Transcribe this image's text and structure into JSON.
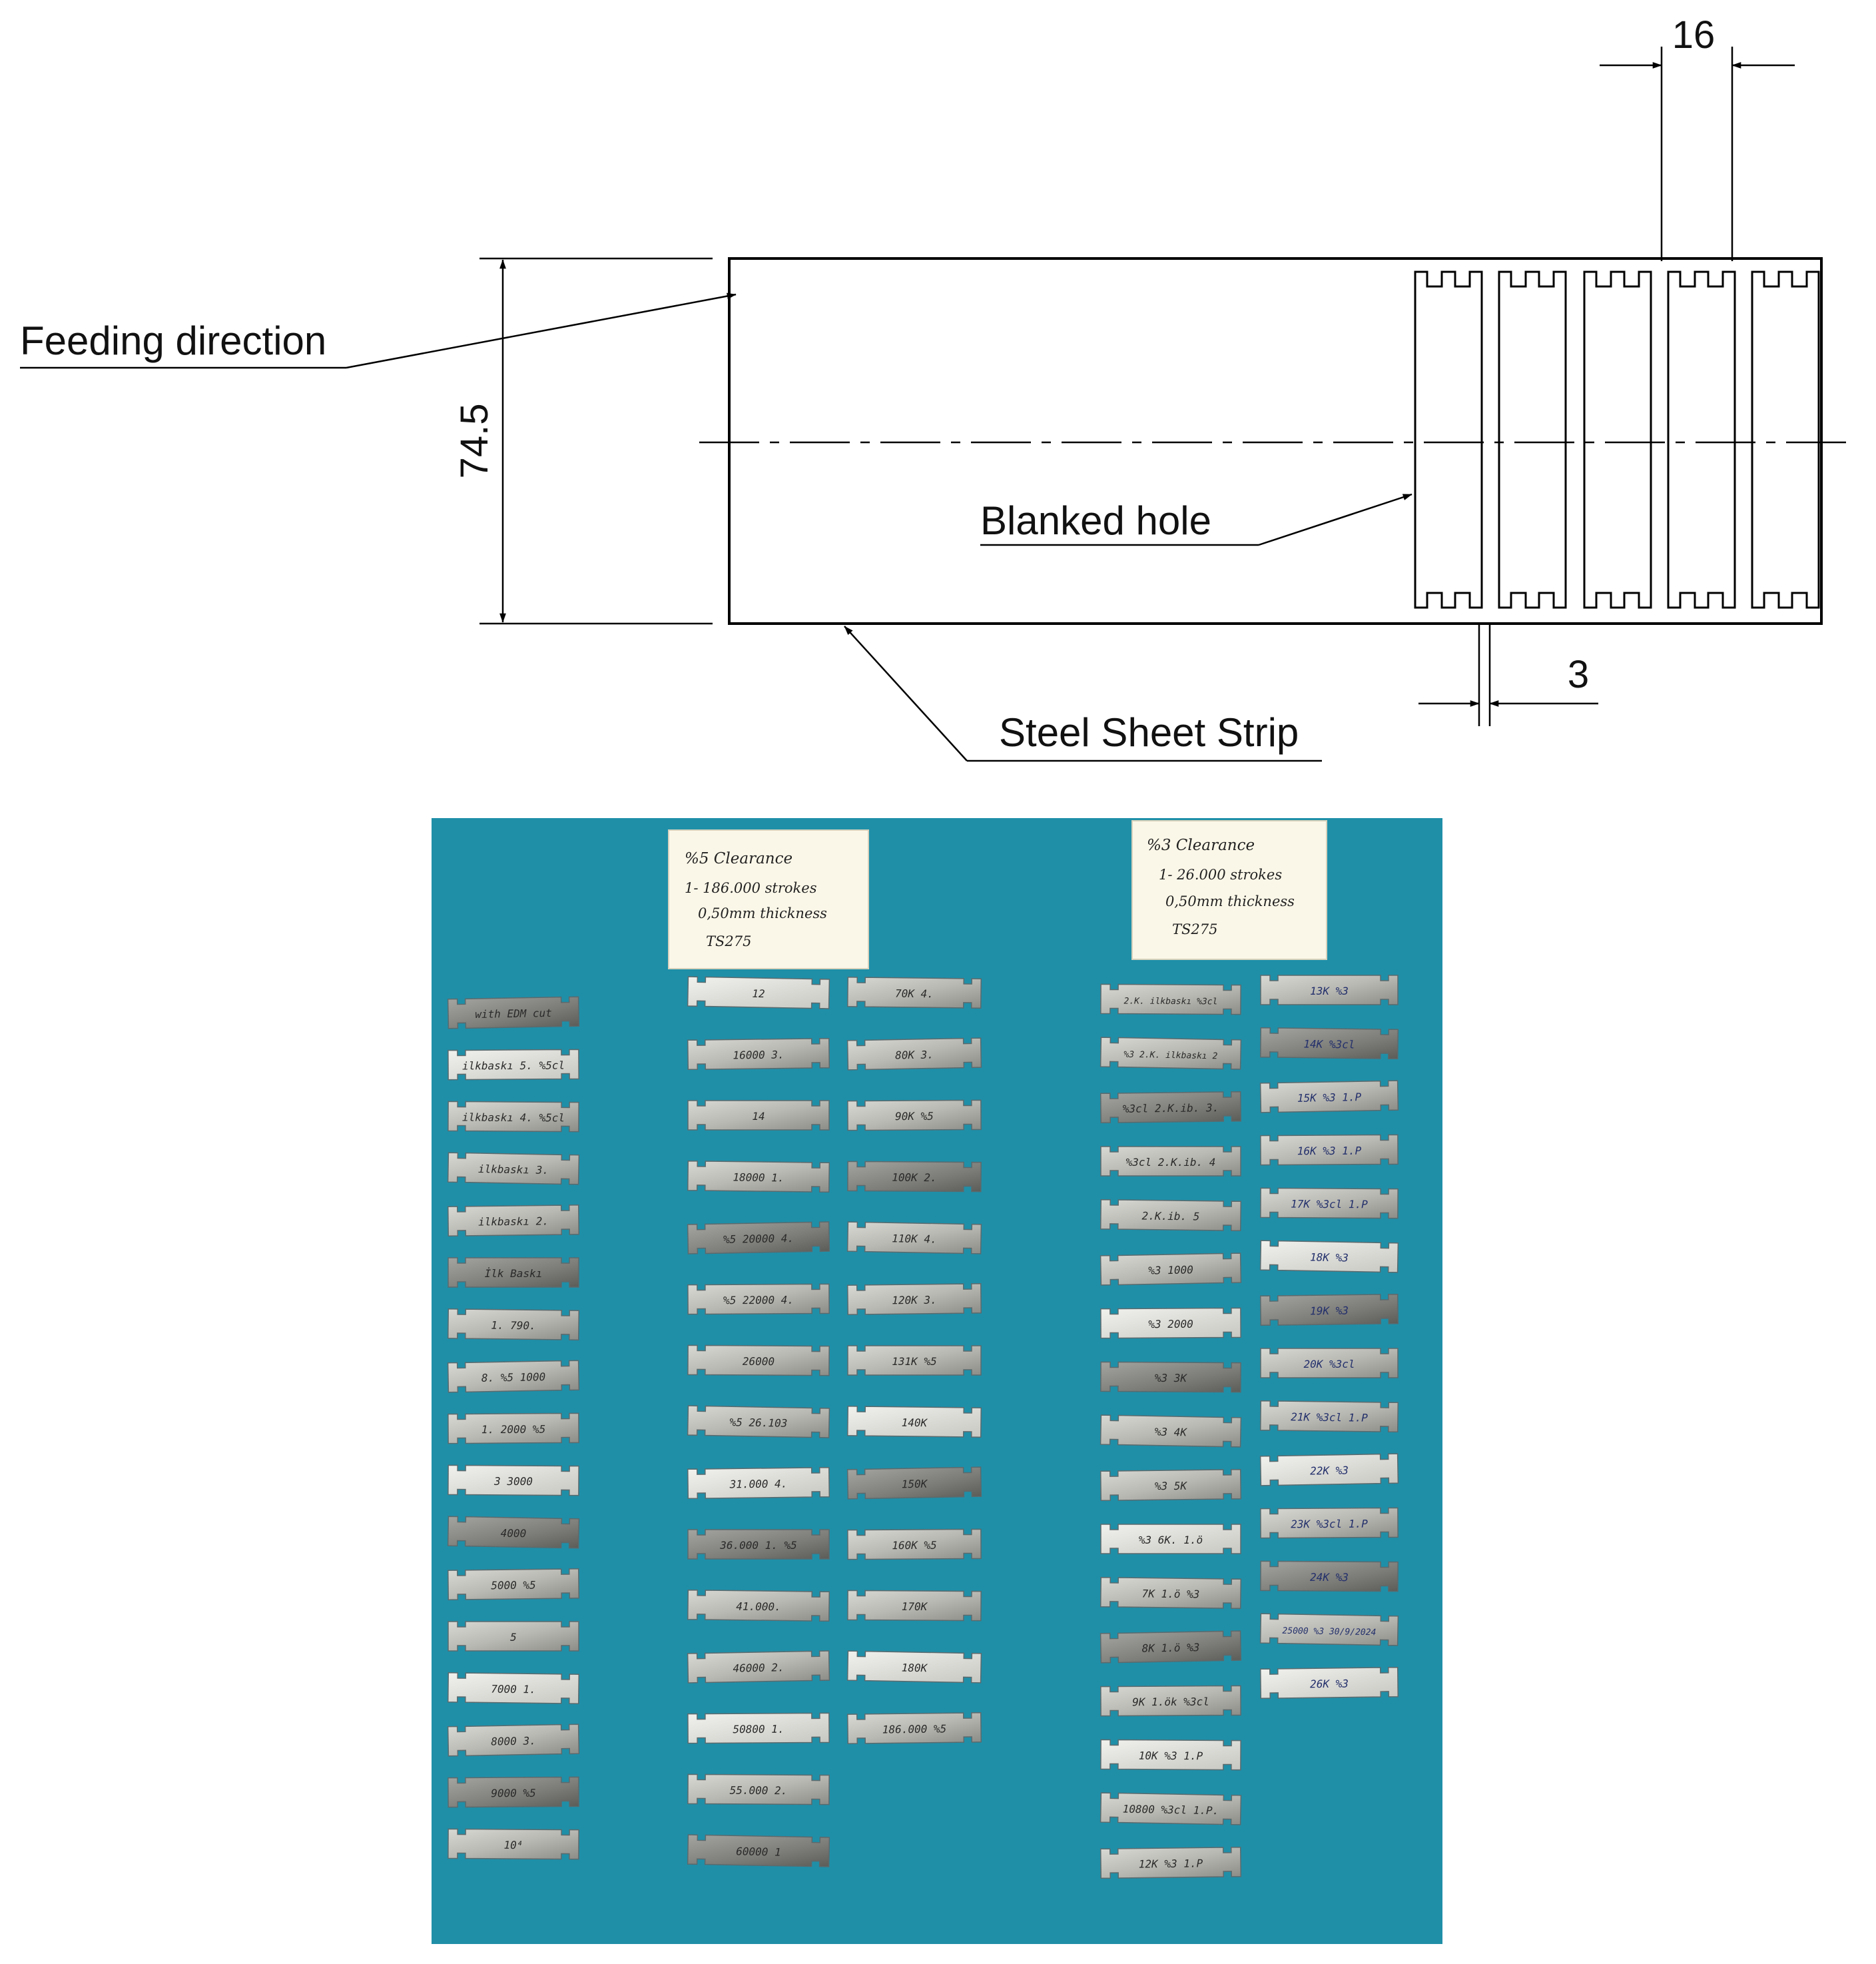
{
  "drawing": {
    "labels": {
      "feeding_direction": "Feeding direction",
      "blanked_hole": "Blanked hole",
      "steel_sheet_strip": "Steel Sheet Strip"
    },
    "dimensions": {
      "height": "74.5",
      "pitch": "16",
      "web": "3"
    }
  },
  "photo": {
    "background_color": "#1f8fa8",
    "note_left": {
      "lines": [
        "%5 Clearance",
        "1- 186.000 strokes",
        "0,50mm thickness",
        "TS275"
      ]
    },
    "note_right": {
      "lines": [
        "%3 Clearance",
        "1- 26.000 strokes",
        "0,50mm thickness",
        "TS275"
      ]
    },
    "columns": [
      {
        "chips": [
          "with EDM cut",
          "ilkbaskı 5. %5cl",
          "ilkbaskı 4. %5cl",
          "ilkbaskı 3.",
          "ilkbaskı 2.",
          "İlk Baskı",
          "1. 790.",
          "8. %5 1000",
          "1. 2000 %5",
          "3 3000",
          "4000",
          "5000 %5",
          "5",
          "7000 1.",
          "8000 3.",
          "9000 %5",
          "10⁴"
        ]
      },
      {
        "chips": [
          "12",
          "16000 3.",
          "14",
          "18000 1.",
          "%5 20000 4.",
          "%5 22000 4.",
          "26000",
          "%5 26.103",
          "31.000 4.",
          "36.000 1. %5",
          "41.000.",
          "46000 2.",
          "50800 1.",
          "55.000 2.",
          "60000 1"
        ]
      },
      {
        "chips": [
          "70K 4.",
          "80K 3.",
          "90K %5",
          "100K 2.",
          "110K 4.",
          "120K 3.",
          "131K %5",
          "140K",
          "150K",
          "160K %5",
          "170K",
          "180K",
          "186.000 %5"
        ]
      },
      {
        "chips": [
          "2.K. ilkbaskı %3cl",
          "%3 2.K. ilkbaskı 2",
          "%3cl 2.K.ib. 3.",
          "%3cl 2.K.ib. 4",
          "2.K.ib. 5",
          "%3 1000",
          "%3 2000",
          "%3 3K",
          "%3 4K",
          "%3 5K",
          "%3 6K. 1.ö",
          "7K 1.ö %3",
          "8K 1.ö %3",
          "9K 1.ök %3cl",
          "10K %3 1.P",
          "10800 %3cl 1.P.",
          "12K %3 1.P"
        ]
      },
      {
        "chips": [
          "13K %3",
          "14K %3cl",
          "15K %3 1.P",
          "16K %3 1.P",
          "17K %3cl 1.P",
          "18K %3",
          "19K %3",
          "20K %3cl",
          "21K %3cl 1.P",
          "22K %3",
          "23K %3cl 1.P",
          "24K %3",
          "25000 %3 30/9/2024",
          "26K %3"
        ]
      }
    ]
  }
}
